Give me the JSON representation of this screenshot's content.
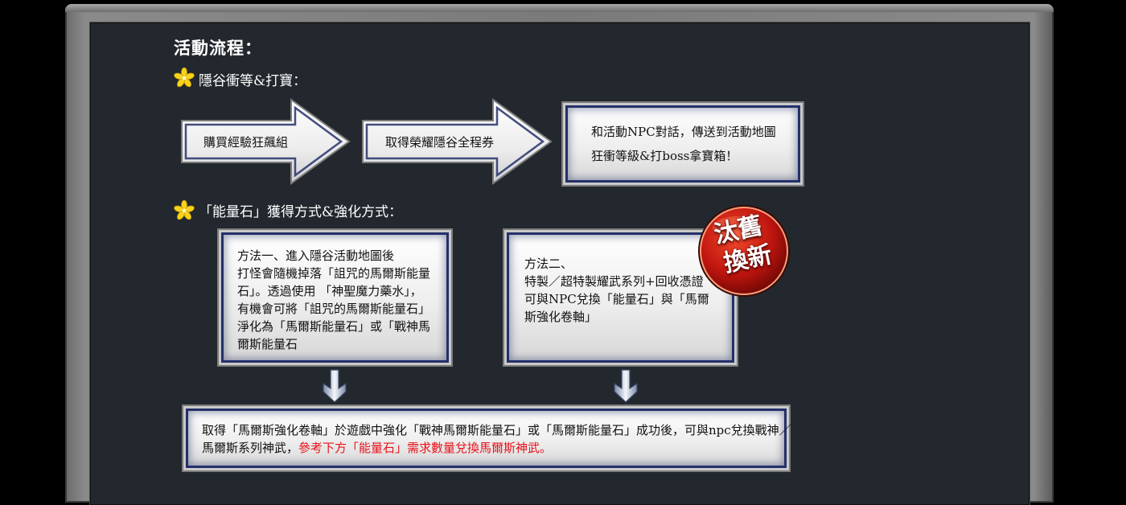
{
  "section_title": "活動流程：",
  "step1": {
    "heading": "隱谷衝等&打寶：",
    "arrow1_label": "購買經驗狂飆組",
    "arrow2_label": "取得榮耀隱谷全程券",
    "result_line1": "和活動NPC對話，傳送到活動地圖",
    "result_line2": "狂衝等級&打boss拿寶箱！"
  },
  "step2": {
    "heading": "「能量石」獲得方式&強化方式：",
    "method1": {
      "line1": "方法一、進入隱谷活動地圖後",
      "line2": "打怪會隨機掉落「詛咒的馬爾斯能量",
      "line3": "石」。透過使用 「神聖魔力藥水」，",
      "line4": "有機會可將「詛咒的馬爾斯能量石」",
      "line5": "淨化為「馬爾斯能量石」或「戰神馬",
      "line6": "爾斯能量石"
    },
    "method2": {
      "line1": "方法二、",
      "line2": "特製／超特製耀武系列+回收憑證",
      "line3": "可與NPC兌換「能量石」與「馬爾",
      "line4": "斯強化卷軸」"
    },
    "badge_line1": "汰舊",
    "badge_line2": "換新",
    "final": {
      "line1": "取得「馬爾斯強化卷軸」於遊戲中強化「戰神馬爾斯能量石」或「馬爾斯能量石」成功後，可與npc兌換戰神／",
      "line2_normal": "馬爾斯系列神武，",
      "line2_red": "參考下方「能量石」需求數量兌換馬爾斯神武。"
    }
  },
  "colors": {
    "panel_bg": "#22282d",
    "frame": "#7a7a7a",
    "box_border": "#24306a",
    "highlight_red": "#e8121b",
    "star_yellow": "#f6d21c",
    "badge_red": "#c0150f"
  },
  "icons": {
    "bullet": "star-icon",
    "arrow": "right-arrow-icon",
    "flow": "down-arrow-icon"
  }
}
